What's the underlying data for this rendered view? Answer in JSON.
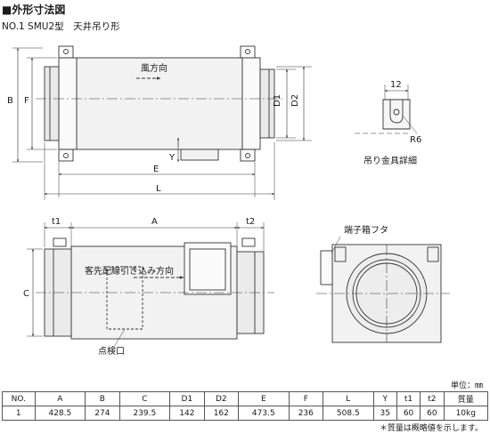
{
  "header": {
    "title": "■外形寸法図",
    "model": "NO.1  SMU2型　天井吊り形"
  },
  "top_view": {
    "wind_label": "風方向",
    "dims": {
      "B": "B",
      "F": "F",
      "D1": "D1",
      "D2": "D2",
      "Y": "Y",
      "E": "E",
      "L": "L"
    }
  },
  "detail": {
    "width": "12",
    "radius": "R6",
    "caption": "吊り金具詳細"
  },
  "front_view": {
    "dims": {
      "t1": "t1",
      "A": "A",
      "t2": "t2",
      "C": "C"
    },
    "wiring_label": "客先配線引き込み方向",
    "access_label": "点検口"
  },
  "side_view": {
    "terminal_label": "端子箱フタ"
  },
  "spec_table": {
    "unit_note": "単位：㎜",
    "headers": [
      "NO.",
      "A",
      "B",
      "C",
      "D1",
      "D2",
      "E",
      "F",
      "L",
      "Y",
      "t1",
      "t2",
      "質量"
    ],
    "rows": [
      [
        "1",
        "428.5",
        "274",
        "239.5",
        "142",
        "162",
        "473.5",
        "236",
        "508.5",
        "35",
        "60",
        "60",
        "10kg"
      ]
    ],
    "footnote": "＊質量は概略値を示します。"
  }
}
